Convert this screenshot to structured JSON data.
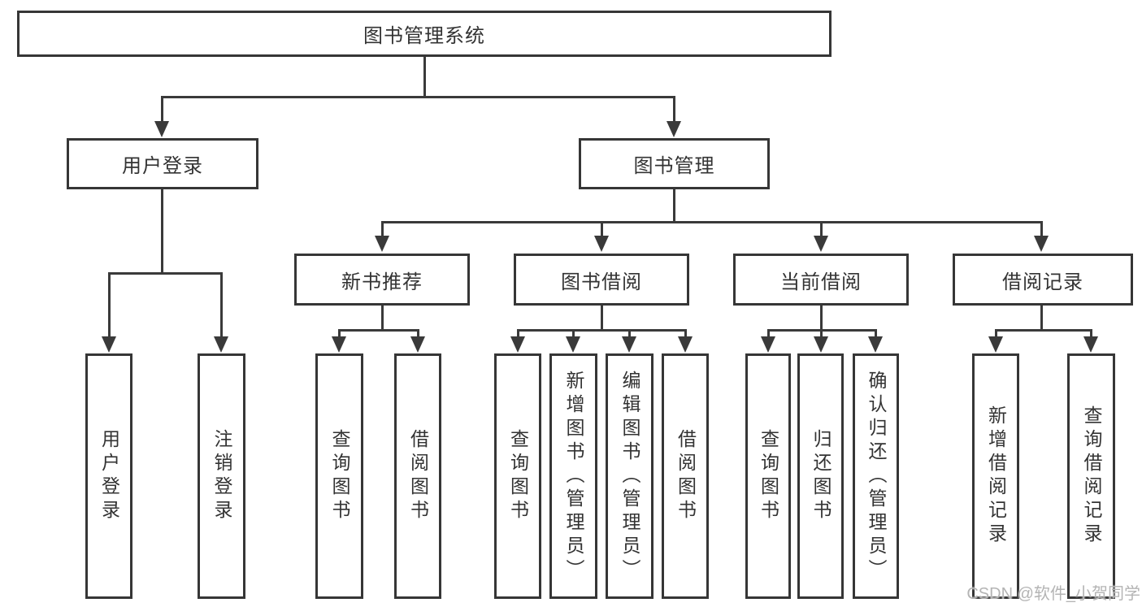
{
  "tree": {
    "label": "图书管理系统",
    "children": [
      {
        "label": "用户登录",
        "children": [
          {
            "label": "用户登录"
          },
          {
            "label": "注销登录"
          }
        ]
      },
      {
        "label": "图书管理",
        "children": [
          {
            "label": "新书推荐",
            "children": [
              {
                "label": "查询图书"
              },
              {
                "label": "借阅图书"
              }
            ]
          },
          {
            "label": "图书借阅",
            "children": [
              {
                "label": "查询图书"
              },
              {
                "label": "新增图书（管理员）"
              },
              {
                "label": "编辑图书（管理员）"
              },
              {
                "label": "借阅图书"
              }
            ]
          },
          {
            "label": "当前借阅",
            "children": [
              {
                "label": "查询图书"
              },
              {
                "label": "归还图书"
              },
              {
                "label": "确认归还（管理员）"
              }
            ]
          },
          {
            "label": "借阅记录",
            "children": [
              {
                "label": "新增借阅记录"
              },
              {
                "label": "查询借阅记录"
              }
            ]
          }
        ]
      }
    ]
  },
  "colors": {
    "line": "#3a3a3a",
    "box_border": "#363636",
    "text": "#333333",
    "watermark_text": "#b4b4b4",
    "background": "#ffffff"
  },
  "watermark": {
    "text": "CSDN @软件_小贺同学"
  }
}
